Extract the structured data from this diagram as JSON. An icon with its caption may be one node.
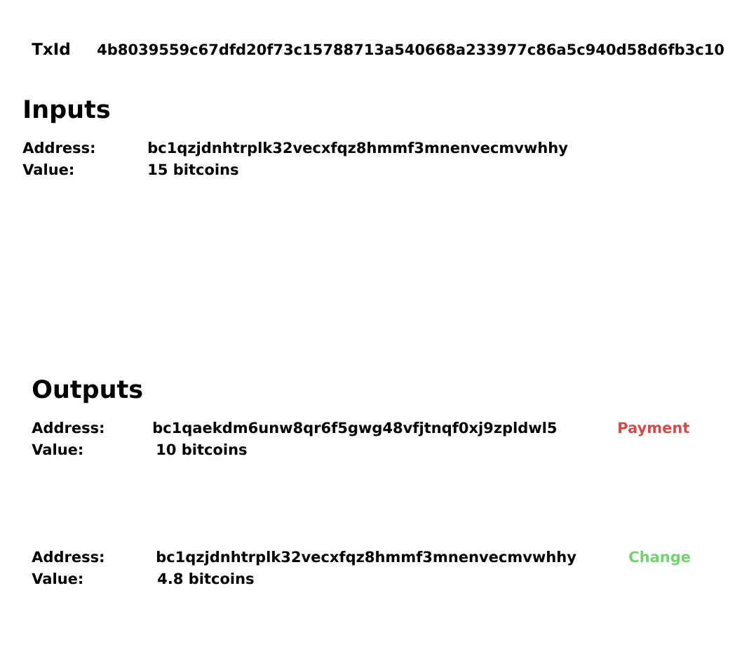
{
  "diagram": {
    "labels": [
      "TxId",
      "4b8039559c67dfd20f73c15788713a540668a233977c86a5c940d58d6fb3c10",
      "Inputs",
      "Address:",
      "bc1qzjdnhtrplk32vecxfqz8hmmf3mnenvecmvwhhy",
      "Value:",
      "15 bitcoins",
      "Outputs",
      "Address:",
      "bc1qaekdm6unw8qr6f5gwg48vfjtnqf0xj9zpldwl5",
      "Payment",
      "Value:",
      "10 bitcoins",
      "Address:",
      "bc1qzjdnhtrplk32vecxfqz8hmmf3mnenvecmvwhhy",
      "Change",
      "Value:",
      "4.8 bitcoins"
    ]
  }
}
